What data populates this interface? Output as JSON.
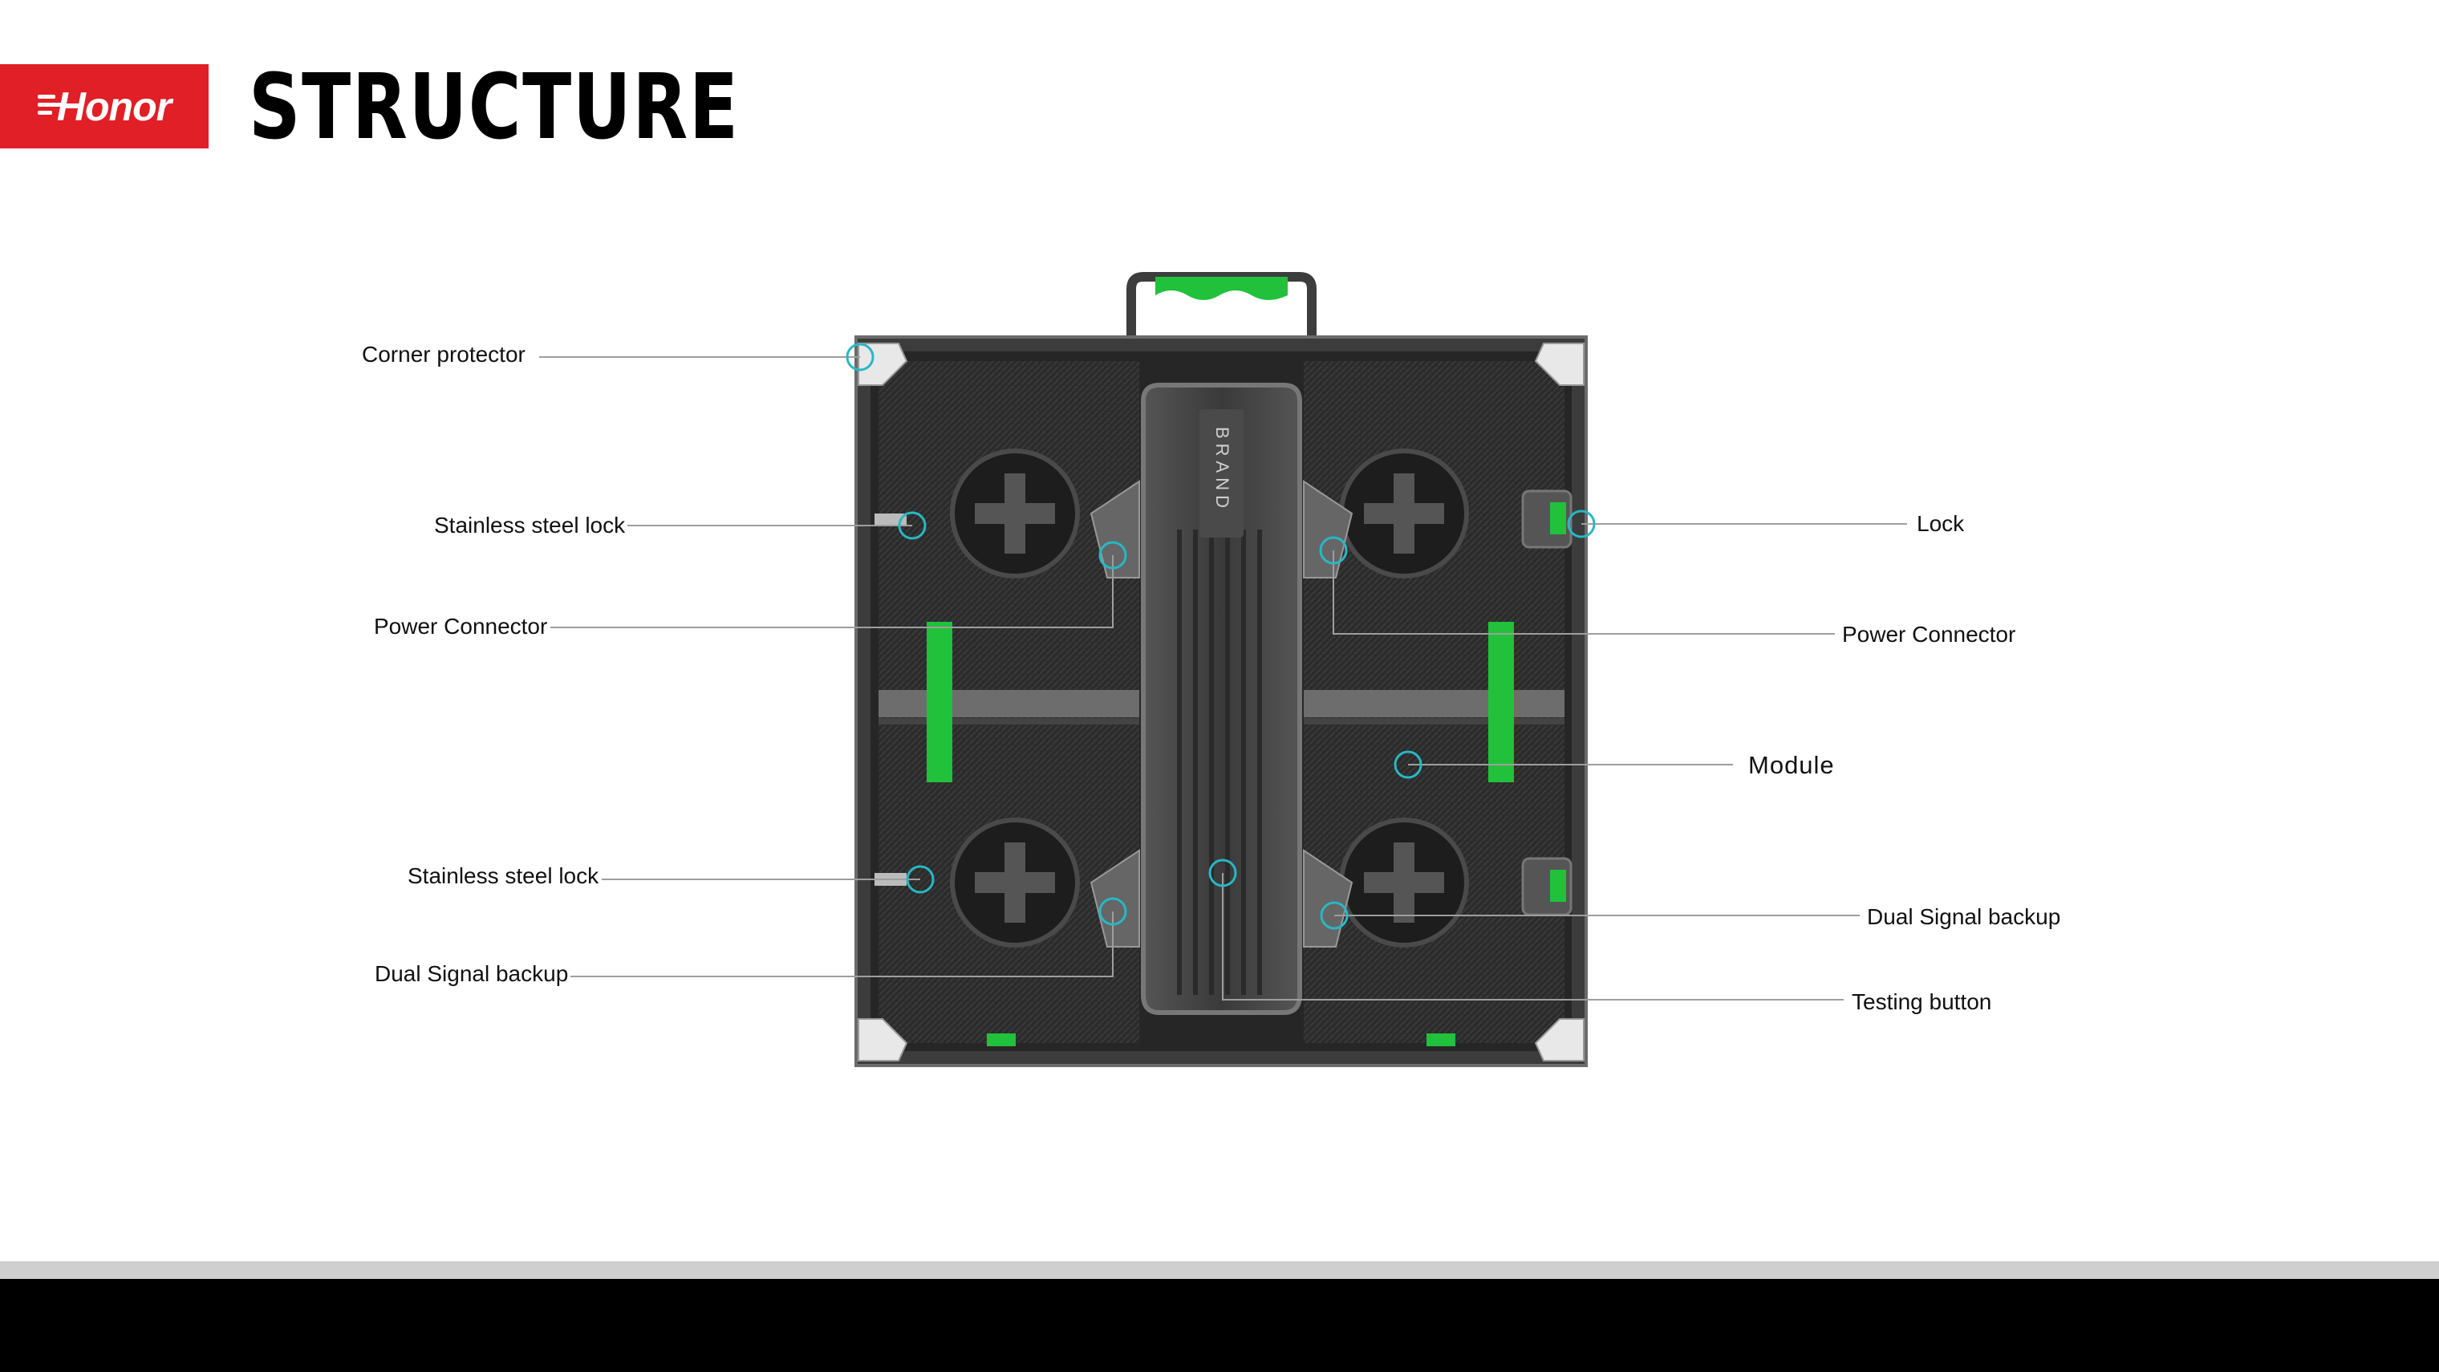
{
  "brand": {
    "logo_text": "Honor",
    "color": "#e11f26"
  },
  "page": {
    "title": "STRUCTURE"
  },
  "panel": {
    "brand_mark": "BRAND",
    "accent_green": "#21c13b"
  },
  "callouts": {
    "corner_protector": "Corner protector",
    "stainless_lock_top": "Stainless steel lock",
    "power_connector_left": "Power Connector",
    "stainless_lock_bottom": "Stainless steel lock",
    "dual_signal_left": "Dual Signal backup",
    "lock": "Lock",
    "power_connector_right": "Power Connector",
    "module": "Module",
    "dual_signal_right": "Dual Signal backup",
    "testing_button": "Testing button"
  },
  "marker_color": "#27b8c4"
}
